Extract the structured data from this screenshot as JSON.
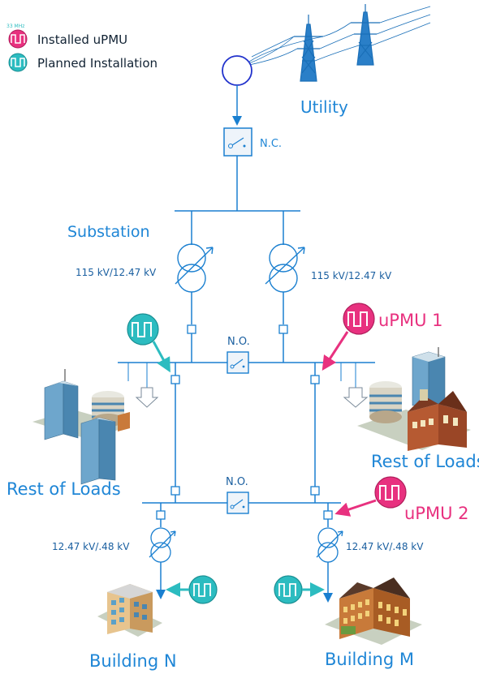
{
  "legend": {
    "installed_label": "Installed uPMU",
    "planned_label": "Planned Installation",
    "tiny_text": "33 MHz"
  },
  "labels": {
    "utility": "Utility",
    "nc": "N.C.",
    "substation": "Substation",
    "xfmr_left": "115 kV/12.47 kV",
    "xfmr_right": "115 kV/12.47 kV",
    "no_top": "N.O.",
    "no_bottom": "N.O.",
    "upmu1": "uPMU 1",
    "upmu2": "uPMU 2",
    "rest_left": "Rest of Loads",
    "rest_right": "Rest of Loads",
    "xfmr_n": "12.47 kV/.48 kV",
    "xfmr_m": "12.47 kV/.48 kV",
    "building_n": "Building N",
    "building_m": "Building M"
  },
  "colors": {
    "line": "#1a7fd0",
    "text_blue": "#1f86d6",
    "installed": "#e8317f",
    "planned": "#2cbcc0",
    "glass": "#5aa0c8"
  }
}
